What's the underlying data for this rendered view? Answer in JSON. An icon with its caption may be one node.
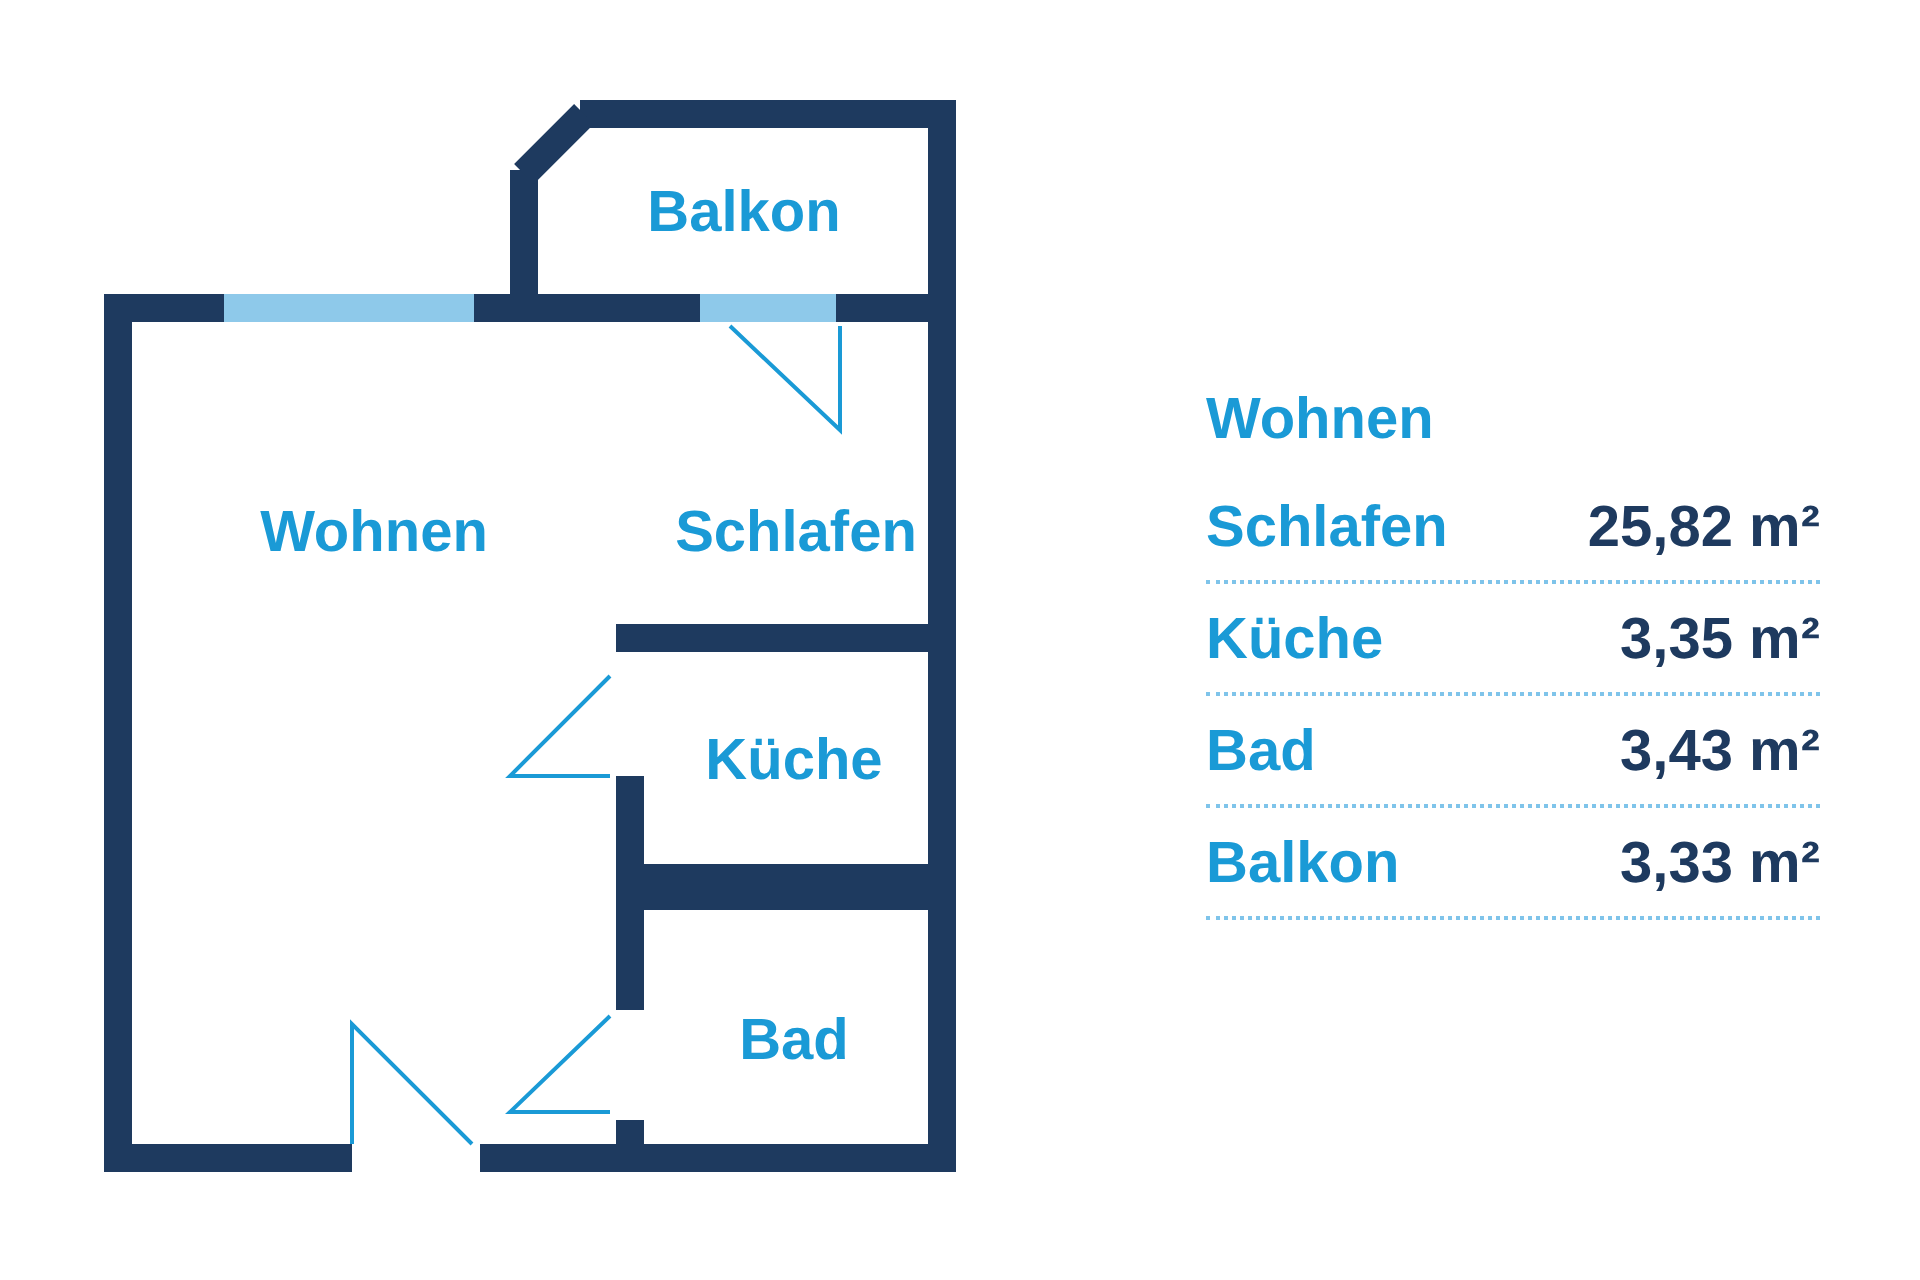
{
  "diagram": {
    "nodes": [
      {
        "text": [
          "Balkon"
        ]
      },
      {
        "text": [
          "Wohnen"
        ]
      },
      {
        "text": [
          "Schlafen"
        ]
      },
      {
        "text": [
          "Küche"
        ]
      },
      {
        "text": [
          "Bad"
        ]
      }
    ],
    "labels": [
      "Wohnen",
      "Schlafen",
      "25,82 m²",
      "Küche",
      "3,35 m²",
      "Bad",
      "3,43 m²",
      "Balkon",
      "3,33 m²"
    ]
  }
}
